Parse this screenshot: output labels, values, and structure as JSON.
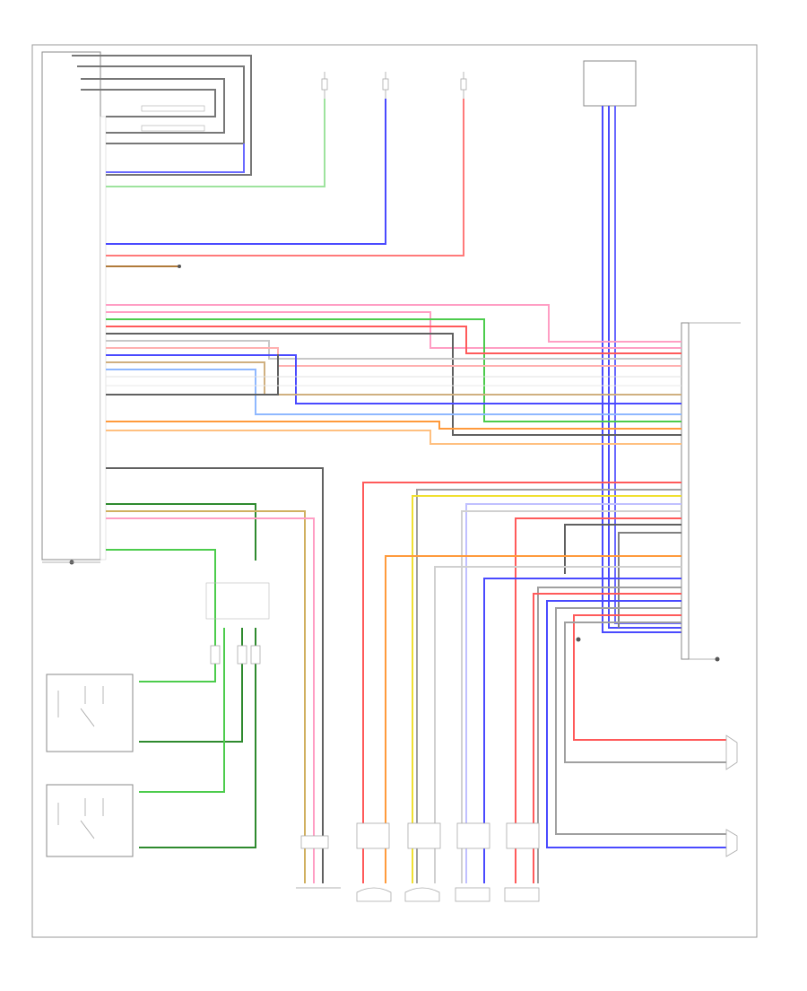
{
  "diagram": {
    "footer_code": "",
    "fuse_labels": [
      {
        "id": "fuse1",
        "text": ""
      },
      {
        "id": "fuse2",
        "text": ""
      },
      {
        "id": "fuse3",
        "text": ""
      },
      {
        "id": "fuse4",
        "text": ""
      }
    ],
    "components": [
      {
        "id": "radio-unit",
        "label": ""
      },
      {
        "id": "rear-ground",
        "label": ""
      },
      {
        "id": "right-steering-switch",
        "label": ""
      },
      {
        "id": "left-steering-switch",
        "label": ""
      },
      {
        "id": "tilt-speaker-unit",
        "label": ""
      },
      {
        "id": "right-front-speaker",
        "label": ""
      },
      {
        "id": "left-front-speaker",
        "label": ""
      },
      {
        "id": "left-tweeter",
        "label": ""
      },
      {
        "id": "right-tweeter",
        "label": ""
      },
      {
        "id": "right-rear-speaker",
        "label": ""
      },
      {
        "id": "left-rear-speaker",
        "label": ""
      },
      {
        "id": "amplifier",
        "label": ""
      }
    ],
    "wire_colors": {
      "red": "#ff5a5a",
      "blue": "#4a4aff",
      "green": "#4ccc4c",
      "yellow": "#f0e030",
      "orange": "#ff9a3c",
      "pink": "#ff9ec4",
      "gray": "#a0a0a0",
      "dark_gray": "#606060",
      "dark_green": "#2e8a2e",
      "light_green": "#9ee39e",
      "brown": "#b07a3a",
      "light_blue": "#8fb8ff"
    }
  }
}
